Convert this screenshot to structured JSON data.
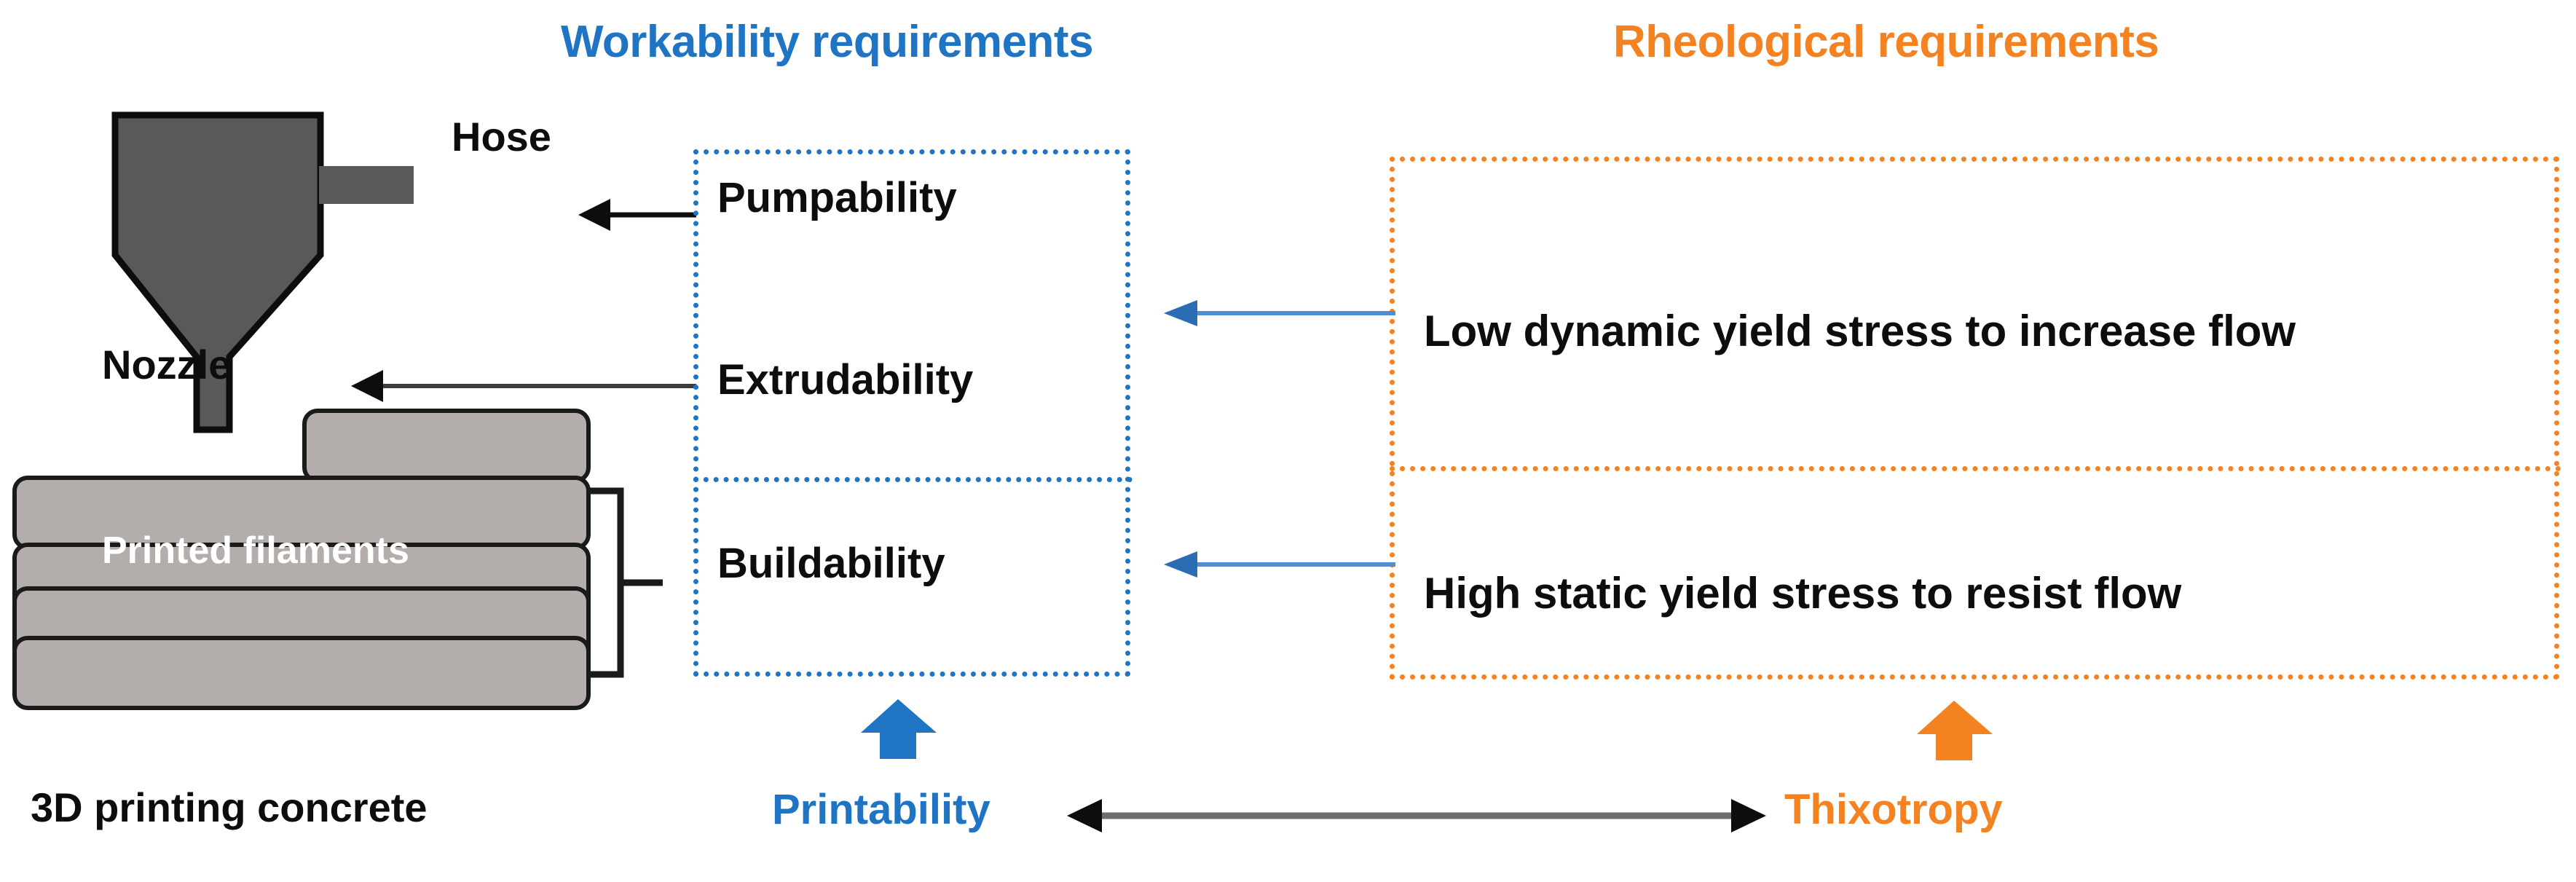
{
  "headings": {
    "workability": "Workability requirements",
    "rheological": "Rheological requirements",
    "workability_color": "#1f74c4",
    "rheological_color": "#f58220"
  },
  "printer": {
    "hose_label": "Hose",
    "nozzle_label": "Nozzle",
    "filaments_label": "Printed filaments",
    "caption": "3D printing concrete",
    "hopper_color": "#595959",
    "filament_color": "#b3aeab"
  },
  "workability_box": {
    "items": [
      {
        "label": "Pumpability"
      },
      {
        "label": "Extrudability"
      },
      {
        "label": "Buildability"
      }
    ],
    "border_color": "#1f74c4"
  },
  "rheological_box": {
    "items": [
      {
        "label": "Low dynamic yield stress to increase flow"
      },
      {
        "label": "High static yield stress to resist flow"
      }
    ],
    "border_color": "#f58220"
  },
  "bottom": {
    "printability": "Printability",
    "thixotropy": "Thixotropy",
    "printability_color": "#1f74c4",
    "thixotropy_color": "#f58220",
    "connector_color": "#6d6d6d"
  },
  "connectors": {
    "hose_arrow": "arrow-left-icon",
    "nozzle_arrow": "arrow-left-icon",
    "bracket": "curly-bracket-icon",
    "top_link_arrow": "arrow-left-icon",
    "bottom_link_arrow": "arrow-left-icon",
    "blue_up_arrow": "arrow-up-icon",
    "orange_up_arrow": "arrow-up-icon",
    "bidirectional_arrow": "arrow-left-right-icon"
  }
}
